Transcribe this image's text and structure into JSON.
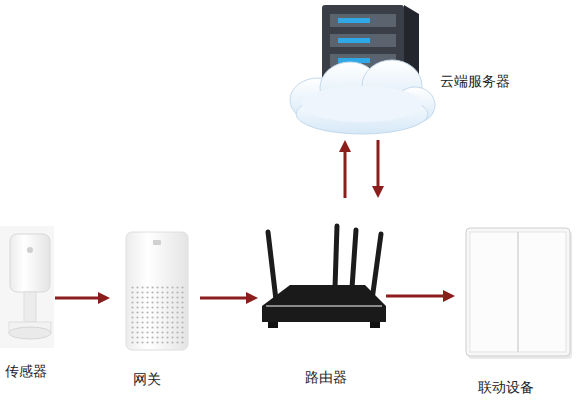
{
  "diagram": {
    "nodes": [
      {
        "text": [
          "云端服务器"
        ]
      },
      {
        "text": [
          "传感器"
        ]
      },
      {
        "text": [
          "网关"
        ]
      },
      {
        "text": [
          "路由器"
        ]
      },
      {
        "text": [
          "联动设备"
        ]
      }
    ],
    "edges": [
      {
        "from": 1,
        "to": 2,
        "arrow": "to"
      },
      {
        "from": 2,
        "to": 3,
        "arrow": "to"
      },
      {
        "from": 3,
        "to": 4,
        "arrow": "to"
      },
      {
        "from": 3,
        "to": 0,
        "arrow": "to"
      },
      {
        "from": 0,
        "to": 3,
        "arrow": "to"
      }
    ]
  }
}
